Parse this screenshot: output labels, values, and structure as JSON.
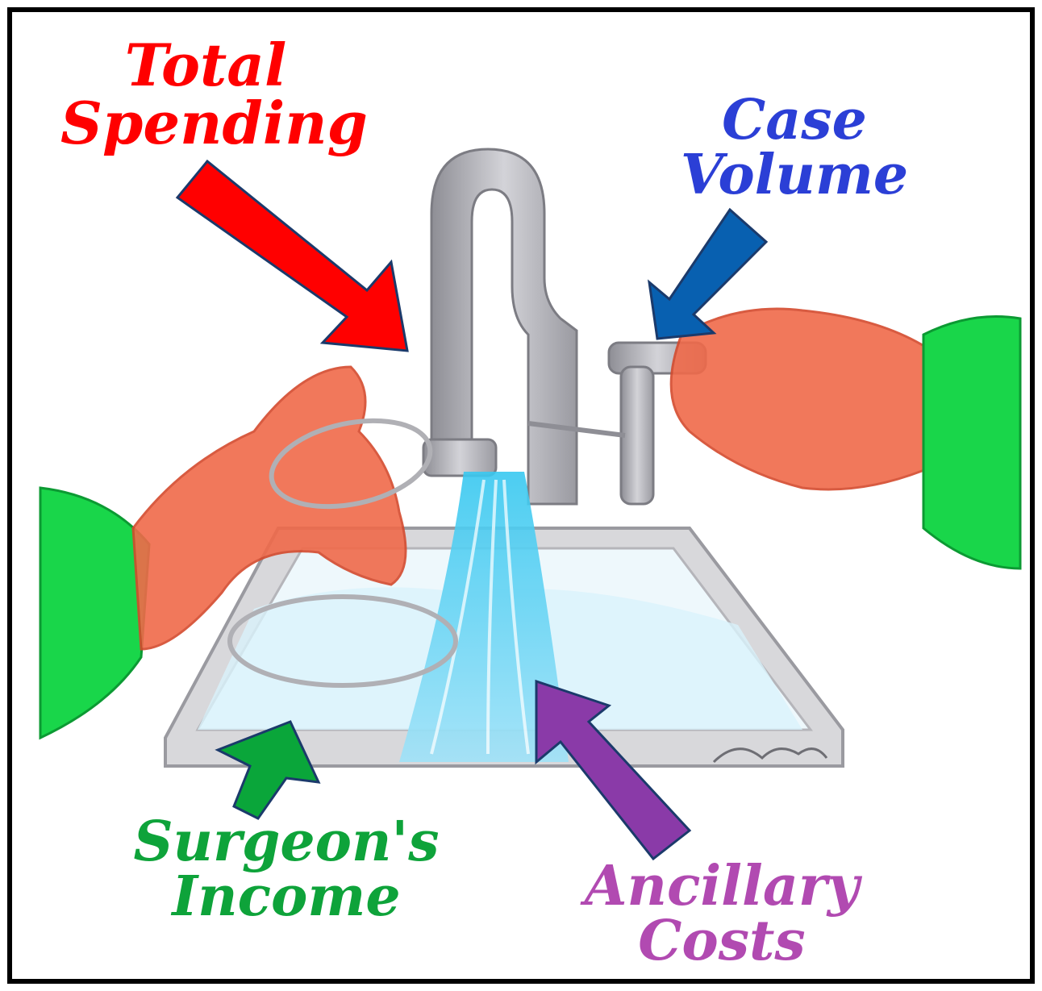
{
  "labels": {
    "total_spending": {
      "line1": "Total",
      "line2": "Spending",
      "color": "#ff0000"
    },
    "case_volume": {
      "line1": "Case",
      "line2": "Volume",
      "color": "#2b3fd6"
    },
    "surgeons_income": {
      "line1": "Surgeon's",
      "line2": "Income",
      "color": "#0ea33a"
    },
    "ancillary_costs": {
      "line1": "Ancillary",
      "line2": "Costs",
      "color": "#b14ab1"
    }
  },
  "arrow_colors": {
    "total_spending": "#ff0000",
    "case_volume": "#0860b0",
    "surgeons_income": "#0aa63a",
    "ancillary_costs": "#8a3aa8"
  },
  "illustration": {
    "water_color": "#38c8f0",
    "glove_color": "#f06a4a",
    "sleeve_color": "#19d64a",
    "steel_color": "#a8a8ad"
  }
}
